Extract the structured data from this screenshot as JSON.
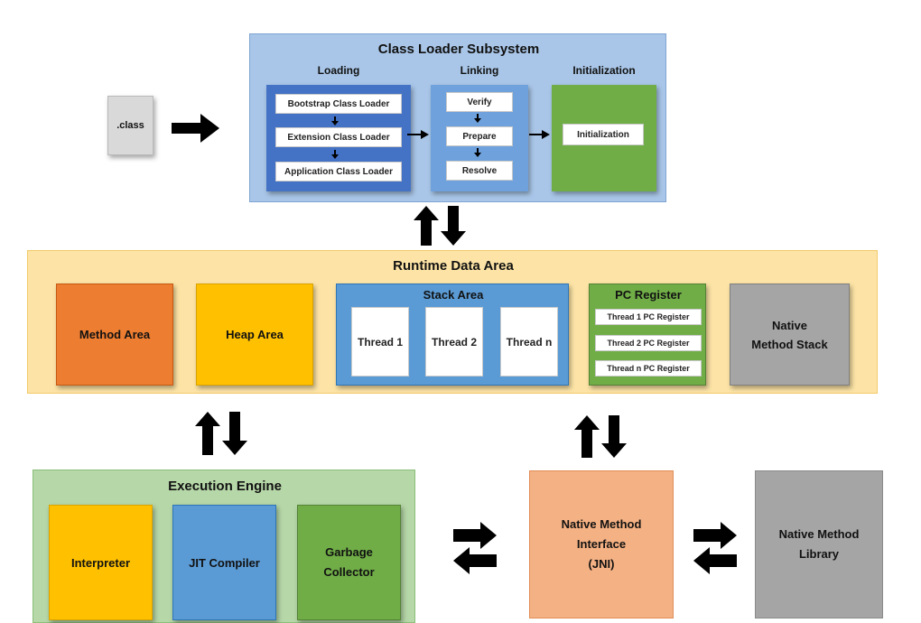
{
  "class_file": {
    "label": ".class"
  },
  "class_loader": {
    "title": "Class Loader Subsystem",
    "loading": {
      "title": "Loading",
      "items": [
        "Bootstrap Class Loader",
        "Extension Class Loader",
        "Application Class Loader"
      ]
    },
    "linking": {
      "title": "Linking",
      "items": [
        "Verify",
        "Prepare",
        "Resolve"
      ]
    },
    "initialization": {
      "title": "Initialization",
      "item": "Initialization"
    }
  },
  "runtime": {
    "title": "Runtime Data Area",
    "method_area": "Method Area",
    "heap_area": "Heap Area",
    "stack_area": {
      "title": "Stack Area",
      "threads": [
        "Thread 1",
        "Thread 2",
        "Thread n"
      ]
    },
    "pc_register": {
      "title": "PC Register",
      "items": [
        "Thread 1 PC Register",
        "Thread 2 PC Register",
        "Thread n PC Register"
      ]
    },
    "native_stack": {
      "line1": "Native",
      "line2": "Method Stack"
    }
  },
  "execution": {
    "title": "Execution Engine",
    "interpreter": "Interpreter",
    "jit": "JIT Compiler",
    "gc": {
      "line1": "Garbage",
      "line2": "Collector"
    }
  },
  "jni": {
    "line1": "Native Method",
    "line2": "Interface",
    "line3": "(JNI)"
  },
  "native_library": {
    "line1": "Native Method",
    "line2": "Library"
  },
  "colors": {
    "class_loader_bg": "#a9c6e8",
    "loading_blue": "#4472c4",
    "linking_blue": "#6fa1dc",
    "init_green": "#70ad47",
    "runtime_bg": "#fde4a6",
    "method_orange": "#ed7d31",
    "heap_yellow": "#ffc000",
    "stack_blue": "#5b9bd5",
    "native_gray": "#a5a5a5",
    "execution_bg": "#b6d7a8",
    "jni_salmon": "#f4b183"
  }
}
